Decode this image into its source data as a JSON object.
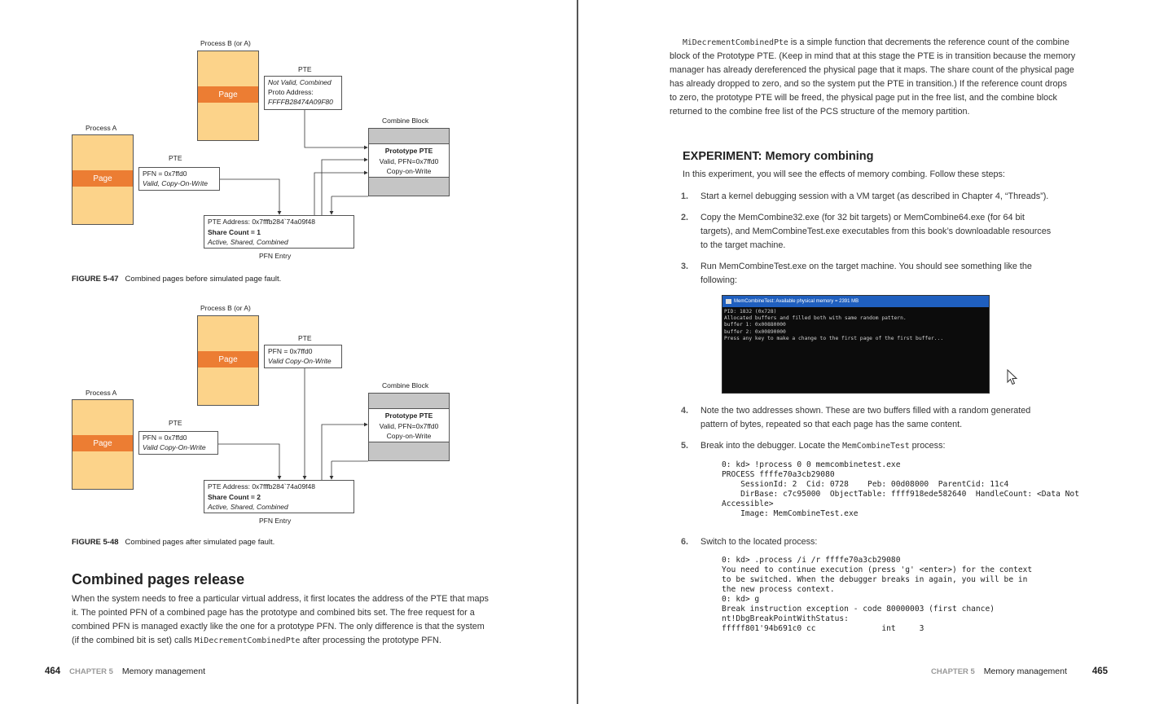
{
  "left": {
    "fig1": {
      "process_b_label": "Process B (or A)",
      "process_a_label": "Process A",
      "page_label_b": "Page",
      "page_label_a": "Page",
      "pte_label_b": "PTE",
      "pte_label_a": "PTE",
      "pte_b_lines": [
        "Not Valid, Combined",
        "Proto Address:",
        "FFFFB28474A09F80"
      ],
      "pte_a_lines": [
        "PFN = 0x7ffd0",
        "Valid, Copy-On-Write"
      ],
      "combine_block_label": "Combine Block",
      "combine_lines": [
        "Prototype PTE",
        "Valid, PFN=0x7ffd0",
        "Copy-on-Write"
      ],
      "pfn_lines": [
        "PTE Address: 0x7fffb284`74a09f48",
        "Share Count = 1",
        "Active, Shared, Combined"
      ],
      "pfn_entry_label": "PFN Entry",
      "caption_num": "FIGURE 5-47",
      "caption_text": "Combined pages before simulated page fault."
    },
    "fig2": {
      "process_b_label": "Process B (or A)",
      "process_a_label": "Process A",
      "page_label_b": "Page",
      "page_label_a": "Page",
      "pte_label_b": "PTE",
      "pte_label_a": "PTE",
      "pte_b_lines": [
        "PFN = 0x7ffd0",
        "Valid Copy-On-Write"
      ],
      "pte_a_lines": [
        "PFN = 0x7ffd0",
        "Valid Copy-On-Write"
      ],
      "combine_block_label": "Combine Block",
      "combine_lines": [
        "Prototype PTE",
        "Valid, PFN=0x7ffd0",
        "Copy-on-Write"
      ],
      "pfn_lines": [
        "PTE Address: 0x7fffb284`74a09f48",
        "Share Count = 2",
        "Active, Shared, Combined"
      ],
      "pfn_entry_label": "PFN Entry",
      "caption_num": "FIGURE 5-48",
      "caption_text": "Combined pages after simulated page fault."
    },
    "section_heading": "Combined pages release",
    "para_lines": [
      "When the system needs to free a particular virtual address, it first locates the address of the PTE that maps",
      "it. The pointed PFN of a combined page has the prototype and combined bits set. The free request for a",
      "combined PFN is managed exactly like the one for a prototype PFN. The only difference is that the system"
    ],
    "para_last_pre": "(if the combined bit is set) calls ",
    "para_last_code": "MiDecrementCombinedPte",
    "para_last_post": " after processing the prototype PFN.",
    "footer_page": "464",
    "footer_chapter": "CHAPTER 5",
    "footer_title": "Memory management"
  },
  "right": {
    "intro_code": "MiDecrementCombinedPte",
    "intro_first_rest": " is a simple function that decrements the reference count of the combine",
    "intro_lines": [
      "block of the Prototype PTE. (Keep in mind that at this stage the PTE is in transition because the memory",
      "manager has already dereferenced the physical page that it maps. The share count of the physical page",
      "has already dropped to zero, and so the system put the PTE in transition.) If the reference count drops",
      "to zero, the prototype PTE will be freed, the physical page put in the free list, and the combine block",
      "returned to the combine free list of the PCS structure of the memory partition."
    ],
    "experiment_title": "EXPERIMENT: Memory combining",
    "experiment_intro": "In this experiment, you will see the effects of memory combing. Follow these steps:",
    "steps": [
      {
        "num": "1.",
        "lines": [
          "Start a kernel debugging session with a VM target (as described in Chapter 4, “Threads”)."
        ]
      },
      {
        "num": "2.",
        "lines": [
          "Copy the MemCombine32.exe (for 32 bit targets) or MemCombine64.exe (for 64 bit",
          "targets), and MemCombineTest.exe executables from this book’s downloadable resources",
          "to the target machine."
        ]
      },
      {
        "num": "3.",
        "lines": [
          "Run MemCombineTest.exe on the target machine. You should see something like the",
          "following:"
        ]
      },
      {
        "num": "4.",
        "lines": [
          "Note the two addresses shown. These are two buffers filled with a random generated",
          "pattern of bytes, repeated so that each page has the same content."
        ]
      },
      {
        "num": "5.",
        "pre": "Break into the debugger. Locate the ",
        "code": "MemCombineTest",
        "post": " process:"
      },
      {
        "num": "6.",
        "lines": [
          "Switch to the located process:"
        ]
      }
    ],
    "console_title": "MemCombineTest: Available physical memory = 2391 MB",
    "console_text": "PID: 1832 (0x728)\nAllocated buffers and filled both with same random pattern.\nbuffer 1: 0x00880000\nbuffer 2: 0x00890000\nPress any key to make a change to the first page of the first buffer...",
    "code_step5": "0: kd> !process 0 0 memcombinetest.exe\nPROCESS ffffe70a3cb29080\n    SessionId: 2  Cid: 0728    Peb: 00d08000  ParentCid: 11c4\n    DirBase: c7c95000  ObjectTable: ffff918ede582640  HandleCount: <Data Not\nAccessible>\n    Image: MemCombineTest.exe",
    "code_step6": "0: kd> .process /i /r ffffe70a3cb29080\nYou need to continue execution (press 'g' <enter>) for the context\nto be switched. When the debugger breaks in again, you will be in\nthe new process context.\n0: kd> g\nBreak instruction exception - code 80000003 (first chance)\nnt!DbgBreakPointWithStatus:\nfffff801'94b691c0 cc              int     3",
    "footer_page": "465",
    "footer_chapter": "CHAPTER 5",
    "footer_title": "Memory management"
  },
  "colors": {
    "page_fill": "#fcd38a",
    "page_band": "#ec7d33",
    "combine_gray": "#c5c5c5"
  }
}
